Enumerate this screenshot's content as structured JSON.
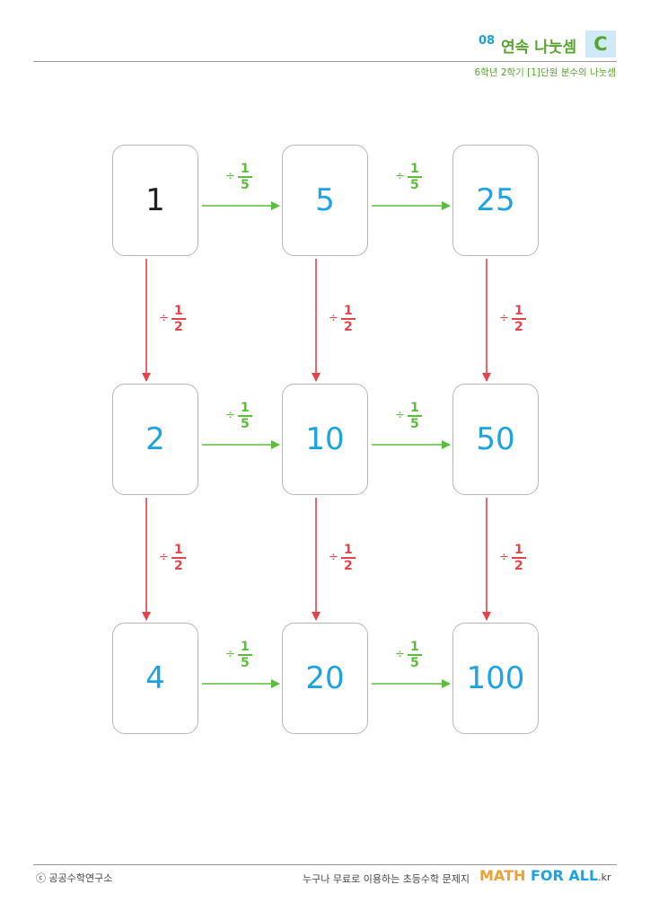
{
  "header": {
    "number": "08",
    "title": "연속 나눗셈",
    "level": "C",
    "subtitle": "6학년 2학기 [1]단원 분수의 나눗셈"
  },
  "grid": {
    "cells": [
      [
        "1",
        "5",
        "25"
      ],
      [
        "2",
        "10",
        "50"
      ],
      [
        "4",
        "20",
        "100"
      ]
    ],
    "horizontal_op": {
      "sign": "÷",
      "numerator": "1",
      "denominator": "5"
    },
    "vertical_op": {
      "sign": "÷",
      "numerator": "1",
      "denominator": "2"
    }
  },
  "colors": {
    "cell_number": "#1ba3e3",
    "start_number": "#222222",
    "horizontal_arrow": "#5bbd3c",
    "vertical_arrow": "#e5434a"
  },
  "footer": {
    "copyright": "ⓒ 공공수학연구소",
    "tagline": "누구나 무료로 이용하는 초등수학 문제지",
    "brand_math": "MATH",
    "brand_rest": " FOR ALL",
    "brand_tld": ".kr"
  }
}
